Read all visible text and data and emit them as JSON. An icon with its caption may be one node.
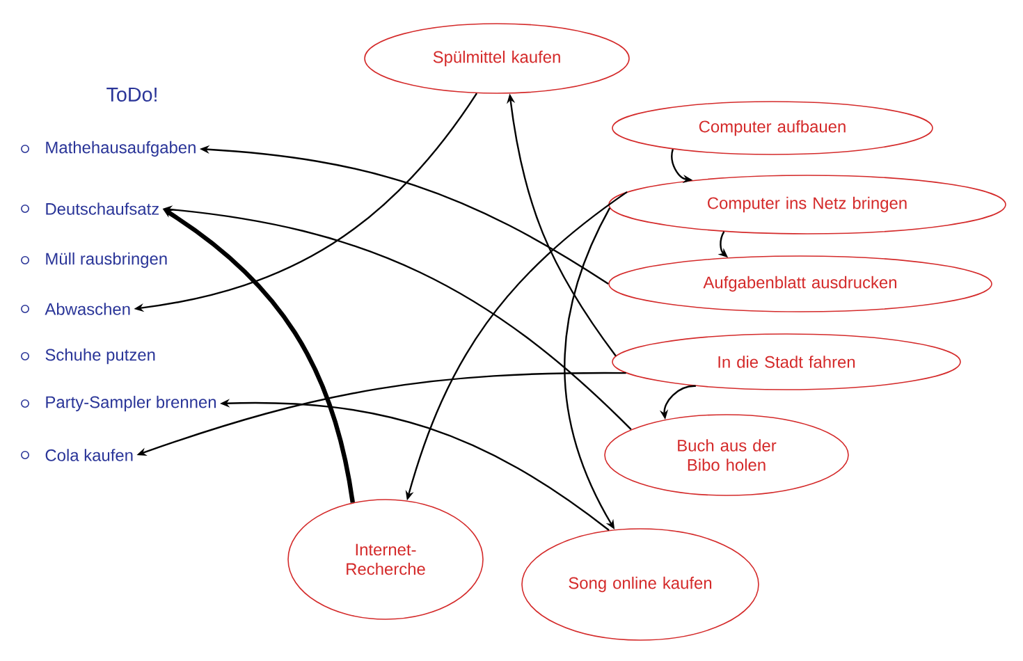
{
  "diagram": {
    "title": "ToDo!",
    "nodes": [
      {
        "text": [
          "Mathehausaufgaben"
        ]
      },
      {
        "text": [
          "Deutschaufsatz"
        ]
      },
      {
        "text": [
          "Müll rausbringen"
        ]
      },
      {
        "text": [
          "Abwaschen"
        ]
      },
      {
        "text": [
          "Schuhe putzen"
        ]
      },
      {
        "text": [
          "Party-Sampler brennen"
        ]
      },
      {
        "text": [
          "Cola kaufen"
        ]
      },
      {
        "text": [
          "Spülmittel kaufen"
        ]
      },
      {
        "text": [
          "Computer aufbauen"
        ]
      },
      {
        "text": [
          "Computer ins Netz bringen"
        ]
      },
      {
        "text": [
          "Aufgabenblatt ausdrucken"
        ]
      },
      {
        "text": [
          "In die Stadt fahren"
        ]
      },
      {
        "text": [
          "Buch aus der Bibo holen"
        ]
      },
      {
        "text": [
          "Internet-Recherche"
        ]
      },
      {
        "text": [
          "Song online kaufen"
        ]
      }
    ],
    "edges": [
      {
        "from": 7,
        "to": 3,
        "arrow": "to"
      },
      {
        "from": 11,
        "to": 7,
        "arrow": "to"
      },
      {
        "from": 10,
        "to": 0,
        "arrow": "to"
      },
      {
        "from": 12,
        "to": 1,
        "arrow": "to"
      },
      {
        "from": 13,
        "to": 1,
        "arrow": "to",
        "style": "thick"
      },
      {
        "from": 9,
        "to": 13,
        "arrow": "to"
      },
      {
        "from": 9,
        "to": 14,
        "arrow": "to"
      },
      {
        "from": 14,
        "to": 5,
        "arrow": "to"
      },
      {
        "from": 11,
        "to": 6,
        "arrow": "to"
      },
      {
        "from": 8,
        "to": 9,
        "arrow": "to"
      },
      {
        "from": 9,
        "to": 10,
        "arrow": "to"
      },
      {
        "from": 11,
        "to": 12,
        "arrow": "to"
      }
    ]
  }
}
